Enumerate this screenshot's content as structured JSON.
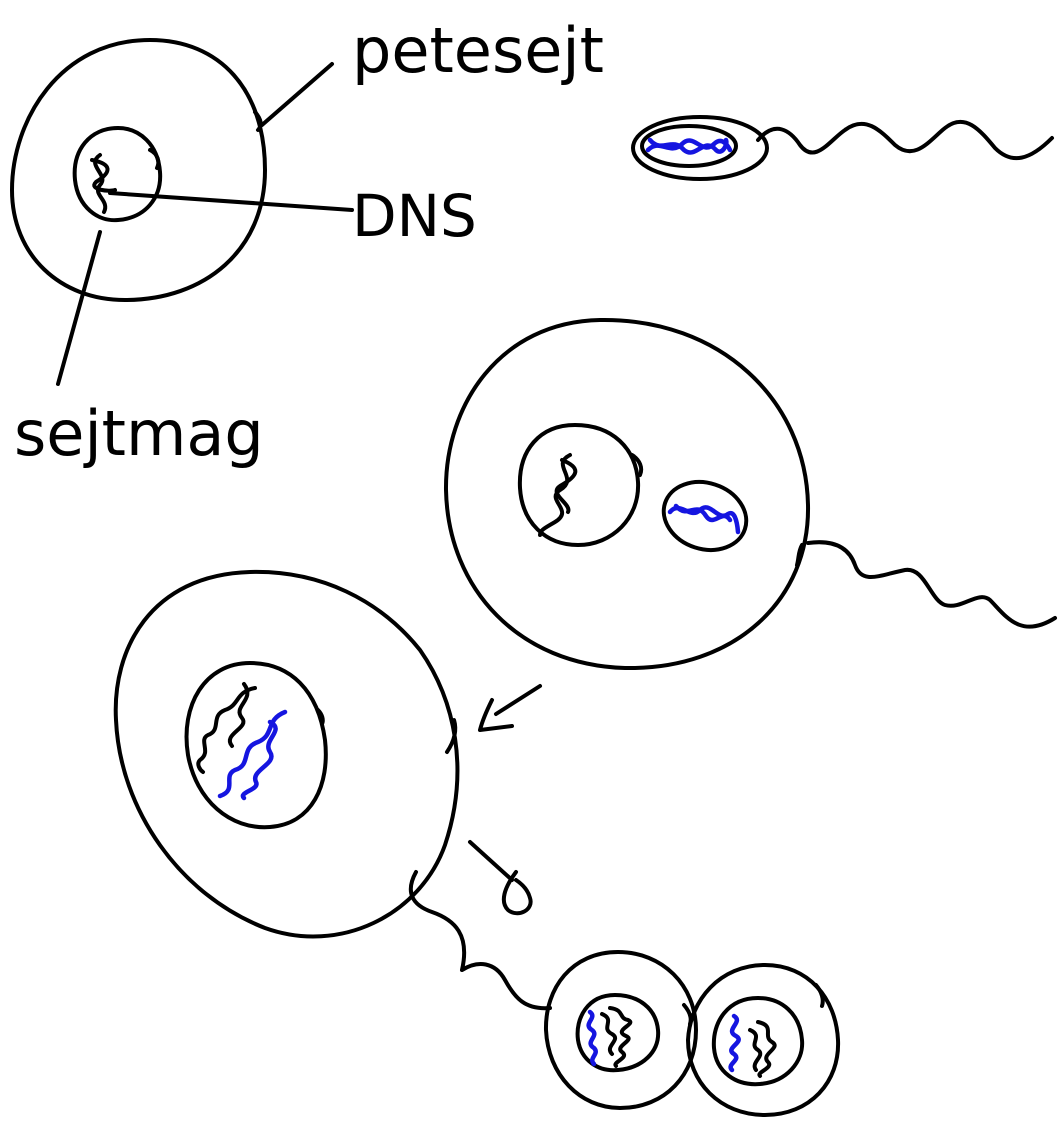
{
  "labels": {
    "petesejt": "petesejt",
    "dns": "DNS",
    "sejtmag": "sejtmag"
  },
  "colors": {
    "ink": "#000000",
    "sperm_dna": "#1515e0"
  }
}
